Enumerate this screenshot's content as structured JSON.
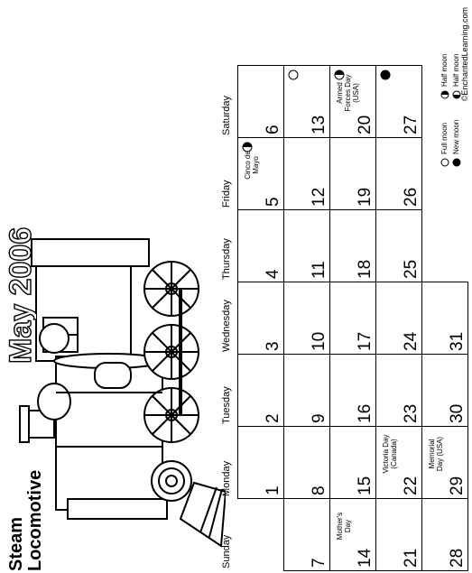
{
  "title": {
    "subject_line1": "Steam",
    "subject_line2": "Locomotive",
    "month": "May 2006"
  },
  "weekdays": [
    "Sunday",
    "Monday",
    "Tuesday",
    "Wednesday",
    "Thursday",
    "Friday",
    "Saturday"
  ],
  "weeks": [
    [
      null,
      "1",
      "2",
      "3",
      "4",
      "5",
      "6"
    ],
    [
      "7",
      "8",
      "9",
      "10",
      "11",
      "12",
      "13"
    ],
    [
      "14",
      "15",
      "16",
      "17",
      "18",
      "19",
      "20"
    ],
    [
      "21",
      "22",
      "23",
      "24",
      "25",
      "26",
      "27"
    ],
    [
      "28",
      "29",
      "30",
      "31",
      null,
      null,
      null
    ]
  ],
  "notes": {
    "cinco": "Cinco de Mayo",
    "mothers": "Mother's Day",
    "victoria": "Victoria Day (Canada)",
    "armed": "Armed Forces Day (USA)",
    "memorial": "Memorial Day (USA)"
  },
  "moons": {
    "d5": "half-moon-icon",
    "d13": "full-moon-icon",
    "d20": "half-moon-icon",
    "d27": "new-moon-icon"
  },
  "legend": {
    "full": "Full moon",
    "new": "New moon",
    "half1": "Half moon",
    "half2": "Half moon"
  },
  "credit": "©EnchantedLearning.com"
}
